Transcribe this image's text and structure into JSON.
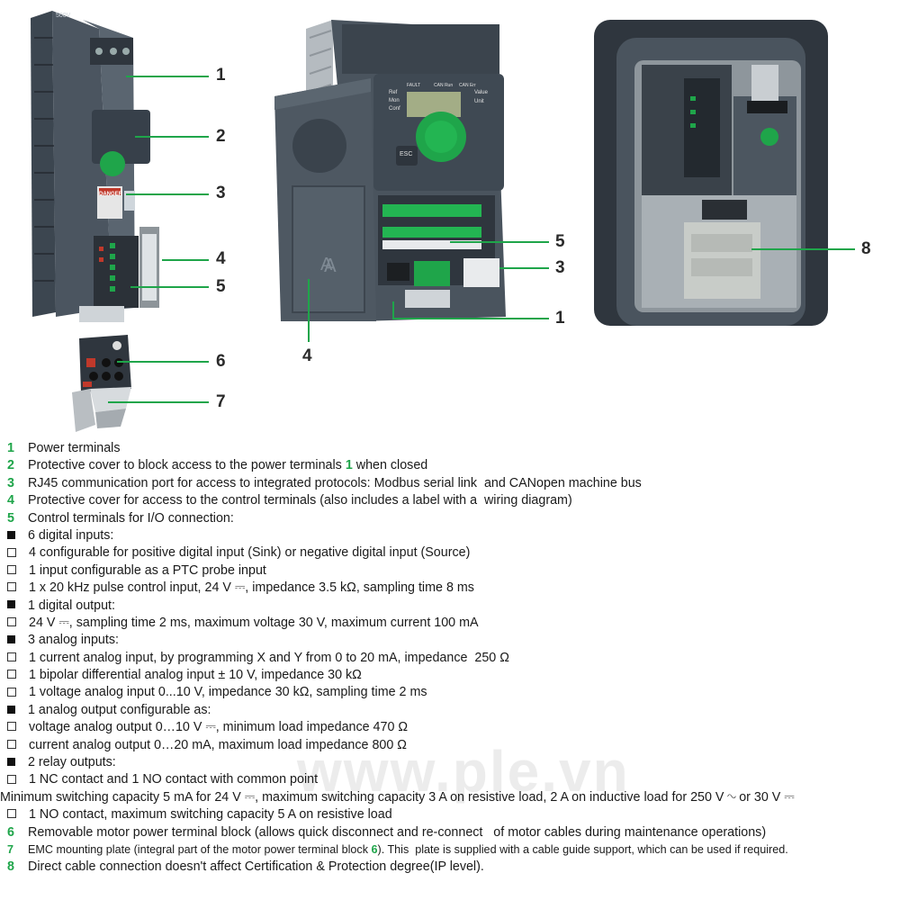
{
  "callouts": {
    "left": [
      "1",
      "2",
      "3",
      "4",
      "5",
      "6",
      "7"
    ],
    "middle": [
      "5",
      "3",
      "1",
      "4"
    ],
    "right": [
      "8"
    ]
  },
  "device_labels": {
    "drive_top": "500V",
    "screen_labels": [
      "FAULT",
      "CAN Run",
      "CAN Err"
    ],
    "screen_left": [
      "Ref",
      "Mon",
      "Conf"
    ],
    "screen_right": [
      "Value",
      "Unit"
    ],
    "esc": "ESC",
    "cover_letter": "A",
    "danger": "DANGER"
  },
  "watermark": "www.ple.vn",
  "lines": [
    {
      "num": "1",
      "text": "Power terminals"
    },
    {
      "num": "2",
      "text": "Protective cover to block access to the power terminals ",
      "ref": "1",
      "after": " when closed"
    },
    {
      "num": "3",
      "text": "RJ45 communication port for access to integrated protocols: Modbus serial link  and CANopen machine bus"
    },
    {
      "num": "4",
      "text": "Protective cover for access to the control terminals (also includes a label with a  wiring diagram)"
    },
    {
      "num": "5",
      "text": "Control terminals for I/O connection:"
    },
    {
      "bullet": "filled",
      "text": "6 digital inputs:"
    },
    {
      "bullet": "empty",
      "text": "4 configurable for positive digital input (Sink) or negative digital input (Source)"
    },
    {
      "bullet": "empty",
      "text": "1 input configurable as a PTC probe input"
    },
    {
      "bullet": "empty",
      "text": "1 x 20 kHz pulse control input, 24 V ⎓, impedance 3.5 kΩ, sampling time 8 ms"
    },
    {
      "bullet": "filled",
      "text": "1 digital output:"
    },
    {
      "bullet": "empty",
      "text": "24 V ⎓, sampling time 2 ms, maximum voltage 30 V, maximum current 100 mA"
    },
    {
      "bullet": "filled",
      "text": "3 analog inputs:"
    },
    {
      "bullet": "empty",
      "text": "1 current analog input, by programming X and Y from 0 to 20 mA, impedance  250 Ω"
    },
    {
      "bullet": "empty",
      "text": "1 bipolar differential analog input ± 10 V, impedance 30 kΩ"
    },
    {
      "bullet": "empty",
      "text": "1 voltage analog input 0...10 V, impedance 30 kΩ, sampling time 2 ms"
    },
    {
      "bullet": "filled",
      "text": "1 analog output configurable as:"
    },
    {
      "bullet": "empty",
      "text": "voltage analog output 0…10 V ⎓, minimum load impedance 470 Ω"
    },
    {
      "bullet": "empty",
      "text": "current analog output 0…20 mA, maximum load impedance 800 Ω"
    },
    {
      "bullet": "filled",
      "text": "2 relay outputs:"
    },
    {
      "bullet": "empty",
      "text": "1 NC contact and 1 NO contact with common point"
    },
    {
      "plain": true,
      "text": "Minimum switching capacity 5 mA for 24 V ⎓, maximum switching capacity 3 A on resistive load, 2 A on inductive load for 250 V ∿ or 30 V ⎓"
    },
    {
      "bullet": "empty",
      "text": "1 NO contact, maximum switching capacity 5 A on resistive load"
    },
    {
      "num": "6",
      "text": "Removable motor power terminal block (allows quick disconnect and re-connect   of motor cables during maintenance operations)"
    },
    {
      "num": "7",
      "small": true,
      "text": "EMC mounting plate (integral part of the motor power terminal block ",
      "ref": "6",
      "after": "). This  plate is supplied with a cable guide support, which can be used if required."
    },
    {
      "num": "8",
      "text": "Direct cable connection doesn't affect Certification & Protection degree(IP level)."
    }
  ]
}
